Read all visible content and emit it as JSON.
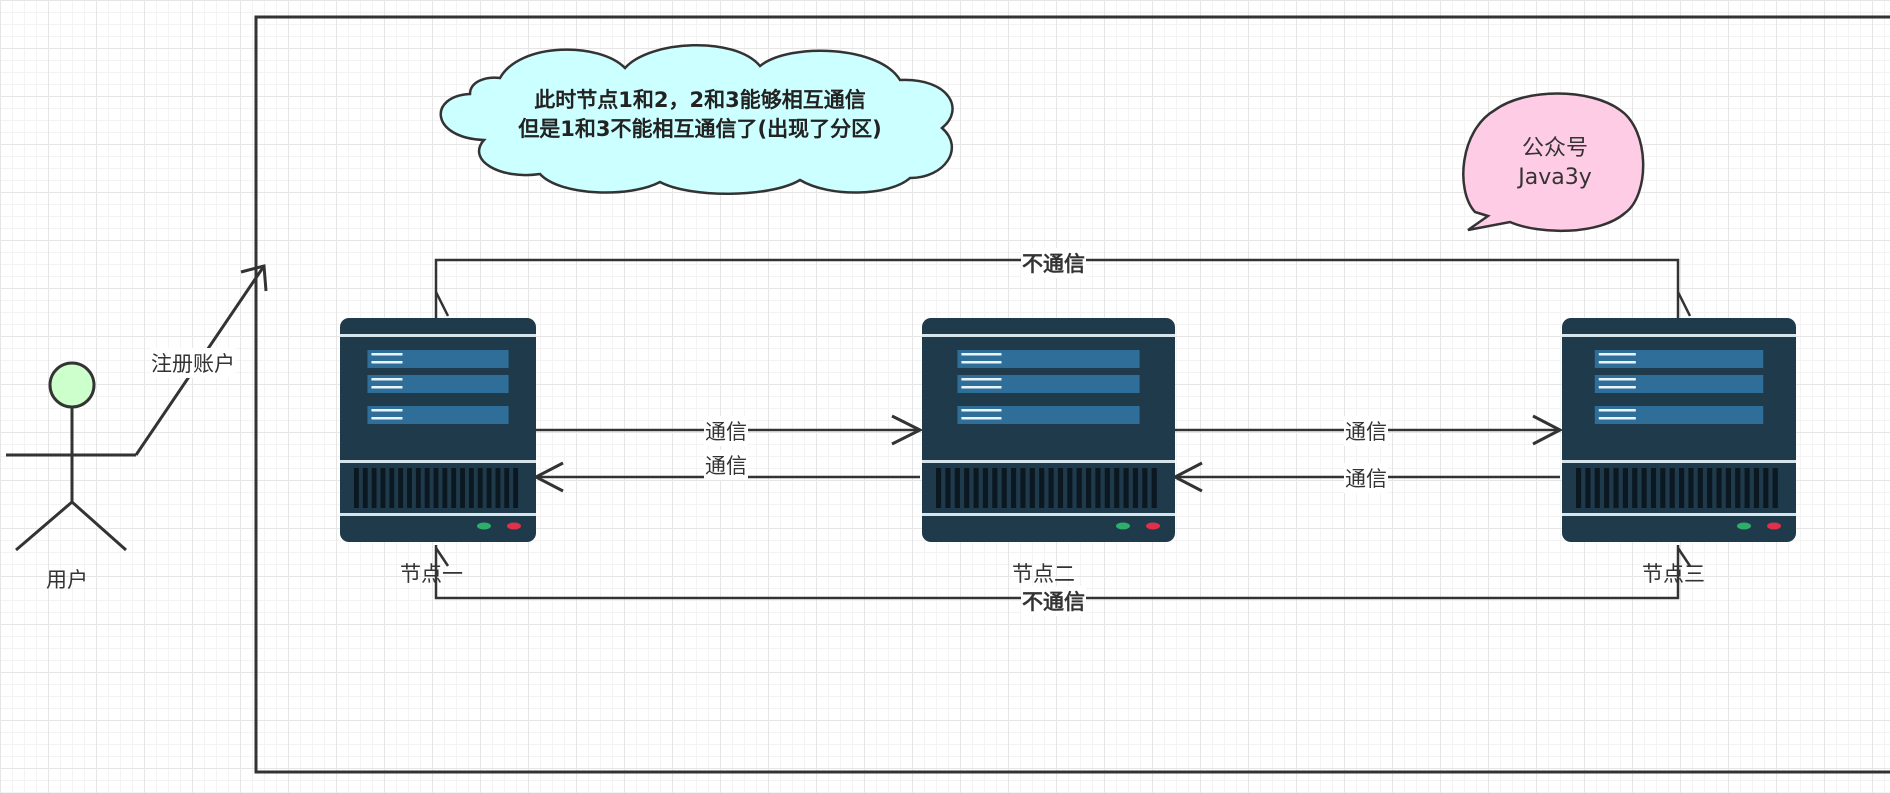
{
  "user": {
    "label": "用户"
  },
  "register_edge": {
    "label": "注册账户"
  },
  "cloud_note": {
    "line1": "此时节点1和2，2和3能够相互通信",
    "line2": "但是1和3不能相互通信了(出现了分区)"
  },
  "speech_bubble": {
    "line1": "公众号",
    "line2": "Java3y"
  },
  "nodes": [
    {
      "label": "节点一"
    },
    {
      "label": "节点二"
    },
    {
      "label": "节点三"
    }
  ],
  "edges": {
    "n1_to_n2": "通信",
    "n2_to_n1": "通信",
    "n2_to_n3": "通信",
    "n3_to_n2": "通信",
    "top_no_comm": "不通信",
    "bottom_no_comm": "不通信"
  },
  "colors": {
    "server_body": "#1f3a4b",
    "server_stripe": "#2f6e99",
    "cloud_fill": "#ccffff",
    "bubble_fill": "#ffcce6",
    "user_head_fill": "#ccffcc",
    "line": "#333333"
  }
}
